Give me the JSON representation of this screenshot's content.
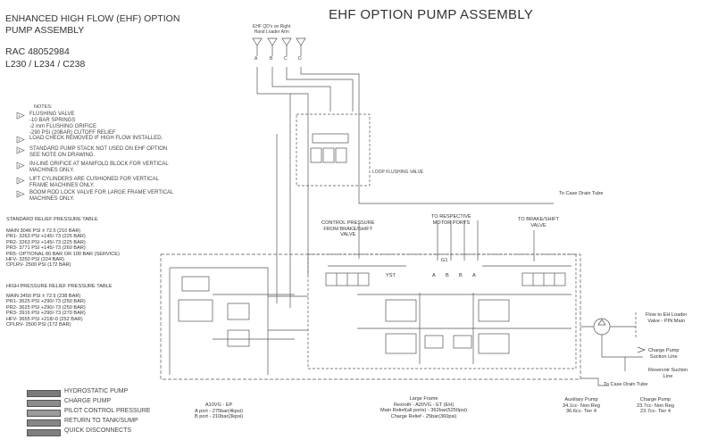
{
  "title": "EHF OPTION PUMP ASSEMBLY",
  "header": {
    "line1": "ENHANCED HIGH FLOW (EHF) OPTION",
    "line2": "PUMP ASSEMBLY",
    "part_number": "RAC 48052984",
    "models": "L230 / L234 / C238"
  },
  "notes": {
    "heading": "NOTES:",
    "items": [
      {
        "num": "1",
        "lines": [
          "FLUSHING VALVE",
          "-10 BAR SPRINGS",
          "-2 mm FLUSHING ORIFICE",
          "-290 PSI (20BAR) CUTOFF RELIEF"
        ]
      },
      {
        "num": "2",
        "lines": [
          "LOAD CHECK REMOVED IF HIGH FLOW INSTALLED."
        ]
      },
      {
        "num": "3",
        "lines": [
          "STANDARD PUMP STACK NOT USED ON EHF OPTION",
          "SEE NOTE ON DRAWING."
        ]
      },
      {
        "num": "4",
        "lines": [
          "IN-LINE ORIFICE AT MANIFOLD BLOCK FOR VERTICAL",
          "MACHINES ONLY."
        ]
      },
      {
        "num": "5",
        "lines": [
          "LIFT CYLINDERS ARE CUSHIONED FOR VERTICAL",
          "FRAME MACHINES ONLY."
        ]
      },
      {
        "num": "6",
        "lines": [
          "BOOM ROD LOCK VALVE FOR LARGE FRAME VERTICAL",
          "MACHINES ONLY."
        ]
      }
    ]
  },
  "standard_relief": {
    "heading": "STANDARD RELIEF PRESSURE TABLE",
    "rows": [
      "MAIN 3046 PSI ± 72.5   (210 BAR)",
      "PR1-   3263 PSI +145/-73 (225 BAR)",
      "PR2-   3263 PSI +145/-73 (225 BAR)",
      "PR3-   3771 PSI +145/-73 (260 BAR)",
      "PR5- OPTIONAL 80 BAR OR 100 BAR (SERVICE)",
      "HFV-   3250 PSI (224 BAR)",
      "CPLRV- 2500 PSI (172 BAR)"
    ]
  },
  "high_relief": {
    "heading": "HIGH PRESSURE RELIEF PRESSURE TABLE",
    "rows": [
      "MAIN 3450 PSI ± 72.5  (238 BAR)",
      "PR1-   3625 PSI +290/-73 (250 BAR)",
      "PR2-   3625 PSI +290/-73 (250 BAR)",
      "PR3-   3916 PSI +290/-73 (270 BAR)",
      "HFV-   3655 PSI +218/-0 (252 BAR)",
      "CPLRV- 2500 PSI (172 BAR)"
    ]
  },
  "legend": [
    {
      "label": "HYDROSTATIC PUMP",
      "color": "#7a7a7a"
    },
    {
      "label": "CHARGE PUMP",
      "color": "#8c8c8c"
    },
    {
      "label": "PILOT CONTROL PRESSURE",
      "color": "#9a9a9a"
    },
    {
      "label": "RETURN TO TANK/SUMP",
      "color": "#868686"
    },
    {
      "label": "QUICK DISCONNECTS",
      "color": "#7f7f7f"
    }
  ],
  "diagram": {
    "ehf_qd_label": [
      "EHF QD's on Right",
      "Hand Loader Arm"
    ],
    "qd_ports": [
      "A",
      "B",
      "C",
      "D"
    ],
    "loop_flushing_valve": "LOOP FLUSHING VALVE",
    "case_drain_upper": "To Case Drain Tube",
    "control_pressure": [
      "CONTROL PRESSURE",
      "FROM BRAKE/SHIFT",
      "VALVE"
    ],
    "respective_motor": [
      "TO RESPECTIVE",
      "MOTOR PORTS"
    ],
    "brake_shift": [
      "TO BRAKE/SHIFT",
      "VALVE"
    ],
    "g1": "G1",
    "yst": "YST",
    "port_letters": [
      "A",
      "B",
      "B",
      "A"
    ],
    "flow_to_loader": [
      "Flow to EH Loader",
      "Valve - PIN Main"
    ],
    "charge_pump_suction": [
      "Charge Pump",
      "Suction Line"
    ],
    "reservoir_suction": [
      "Reservoir Suction",
      "Line"
    ],
    "case_drain_lower": "To Case Drain Tube"
  },
  "footer": {
    "a10vg": [
      "A10VG - EP",
      "A port - 275bar(4kpsi)",
      "B port - 210bar(3kpsi)"
    ],
    "large_frame": [
      "Large Frame",
      "Rexroth - A20VG - ET (EH)",
      "Main Relief(all ports) - 362bar(5250psi)",
      "Charge Relief - 25bar(360psi)"
    ],
    "auxiliary": [
      "Auxiliary Pump",
      "34.1cc- Non Reg",
      "36.6cc- Tier 4"
    ],
    "charge": [
      "Charge Pump",
      "23.7cc- Non Reg",
      "23.7cc- Tier 4"
    ]
  }
}
